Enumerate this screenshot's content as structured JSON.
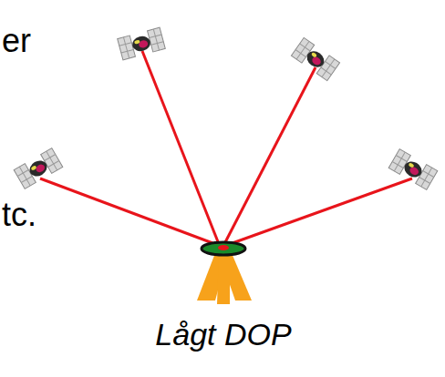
{
  "diagram": {
    "labels": [
      "er",
      "tc.",
      "Lågt DOP"
    ]
  }
}
